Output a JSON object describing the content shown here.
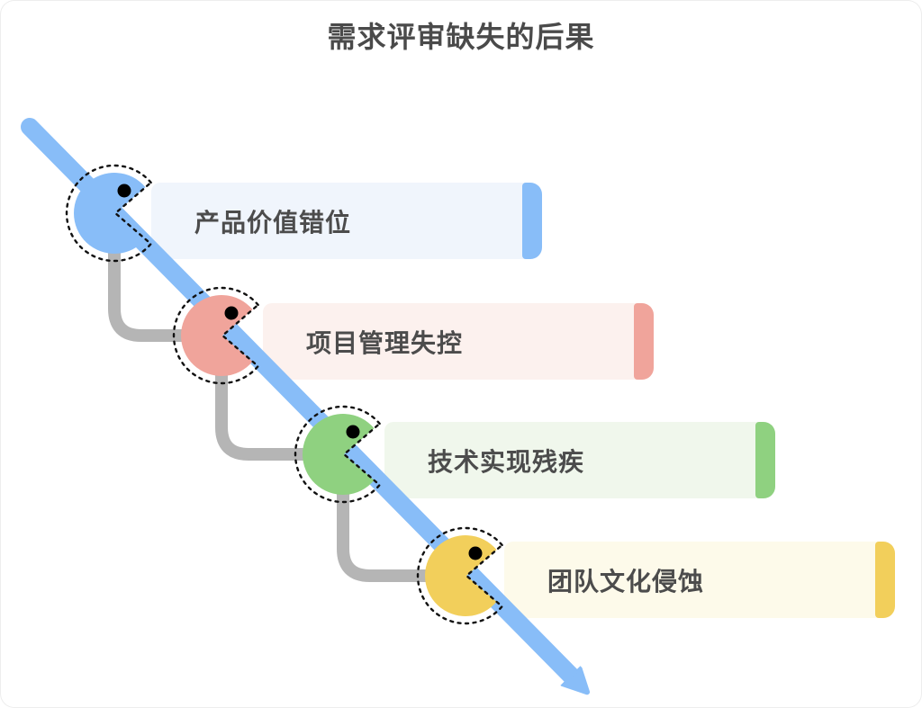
{
  "title": "需求评审缺失的后果",
  "text_color": "#4A4A4A",
  "label_color": "#4C4C4C",
  "items": [
    {
      "label": "产品价值错位",
      "accent": "#88BDF8",
      "bar_bg": "#F0F5FC"
    },
    {
      "label": "项目管理失控",
      "accent": "#F0A49B",
      "bar_bg": "#FCF1EE"
    },
    {
      "label": "技术实现残疾",
      "accent": "#8FD180",
      "bar_bg": "#F0F7EC"
    },
    {
      "label": "团队文化侵蚀",
      "accent": "#F2CF5B",
      "bar_bg": "#FDFAEA"
    }
  ],
  "diagram": {
    "arrow_color": "#88BDF8",
    "connector_color": "#B5B5B5",
    "outline_color": "#111111",
    "eye_color": "#000000"
  }
}
